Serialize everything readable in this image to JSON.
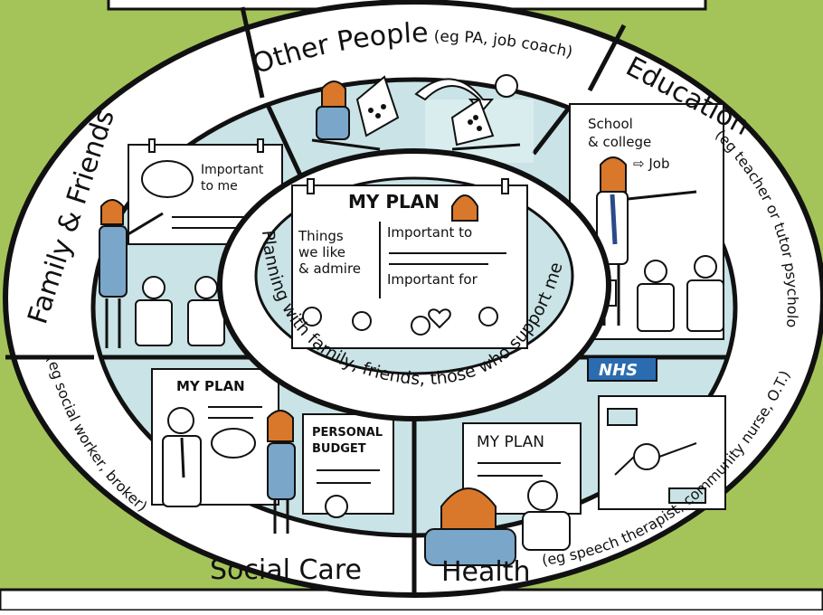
{
  "colors": {
    "outer_background": "#a4c45a",
    "ring": "#ffffff",
    "panel": "#c9e3e6",
    "ink": "#111111",
    "hair": "#d9772a",
    "shirt": "#7aa6c9",
    "nhs": "#2b6cb0"
  },
  "outer_ring": {
    "top": {
      "title": "Other People",
      "sub": "(eg PA, job coach)"
    },
    "right": {
      "title": "Education",
      "sub": "(eg teacher or tutor psychologist, careers)"
    },
    "left": {
      "title": "Family & Friends"
    },
    "bottom_left": {
      "title": "Social Care",
      "sub": "(eg social worker, broker)"
    },
    "bottom_right": {
      "title": "Health",
      "sub": "(eg speech therapist, community nurse, O.T.)"
    }
  },
  "center": {
    "ring_text": "Planning with family, friends, those who support me",
    "poster_title": "MY PLAN",
    "left_col": [
      "Things",
      "we like",
      "& admire"
    ],
    "right_col_top": "Important to",
    "right_col_bottom": "Important for"
  },
  "panels": {
    "family_poster": [
      "Important",
      "to me"
    ],
    "education_board": [
      "School",
      "& college",
      "⇨ Job"
    ],
    "social_care_poster": "MY PLAN",
    "social_care_budget": [
      "PERSONAL",
      "BUDGET"
    ],
    "health_badge": "NHS",
    "health_poster": "MY PLAN"
  },
  "icons": [
    "laptop-icon",
    "swap-arrow-icon",
    "pin-icon",
    "speech-bubble-icon",
    "heart-icon",
    "tablet-icon"
  ]
}
